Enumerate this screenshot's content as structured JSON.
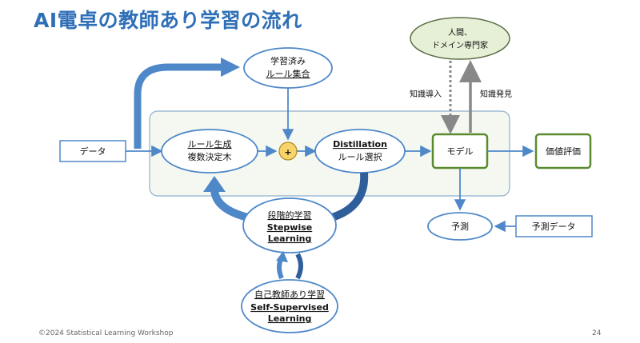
{
  "title": "AI電卓の教師あり学習の流れ",
  "nodes": {
    "data_input": "データ",
    "learned_rules": {
      "line1": "学習済み",
      "line2": "ルール集合"
    },
    "rule_gen": {
      "line1": "ルール生成",
      "line2": "複数決定木"
    },
    "distillation": {
      "line1": "Distillation",
      "line2": "ルール選択"
    },
    "model": "モデル",
    "evaluation": "価値評価",
    "human": {
      "line1": "人間、",
      "line2": "ドメイン専門家"
    },
    "knowledge_in": "知識導入",
    "knowledge_out": "知識発見",
    "prediction": "予測",
    "pred_data": "予測データ",
    "stepwise": {
      "line1": "段階的学習",
      "line2": "Stepwise",
      "line3": "Learning"
    },
    "selfsup": {
      "line1": "自己教師あり学習",
      "line2": "Self-Supervised",
      "line3": "Learning"
    },
    "plus": "+"
  },
  "footer": {
    "copyright": "©2024 Statistical Learning Workshop",
    "page": "24"
  },
  "colors": {
    "accent": "#2f6fb7",
    "arrow": "#4f88c9",
    "model_border": "#5a8a2e",
    "human_fill": "#e6f0d6",
    "panel": "#f4f8f0",
    "plus": "#f7d36b"
  }
}
